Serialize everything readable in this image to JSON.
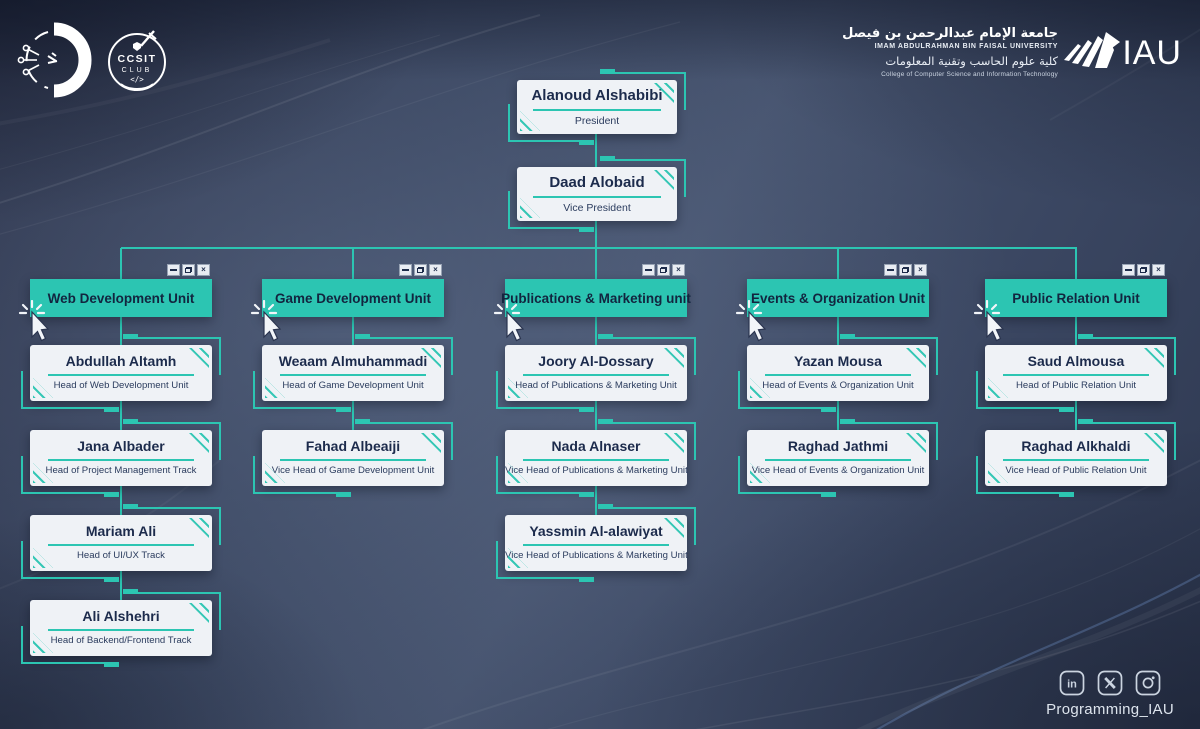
{
  "colors": {
    "accent": "#2cc5b2",
    "card_bg": "#eff2f6",
    "navy_text": "#1c2b4c",
    "background": "#3a4661"
  },
  "branding": {
    "club_logo": "programming-club-emblem",
    "ccsit_club": {
      "line1": "CCSIT",
      "line2": "CLUB",
      "line3": "</>"
    },
    "university": {
      "name_ar": "جامعة الإمام عبدالرحمن بن فيصل",
      "name_en": "IMAM ABDULRAHMAN BIN FAISAL UNIVERSITY",
      "college_ar": "كلية علوم الحاسب وتقنية المعلومات",
      "college_en": "College of Computer Science and Information Technology",
      "iau_label": "IAU"
    }
  },
  "leadership": [
    {
      "name": "Alanoud Alshabibi",
      "title": "President"
    },
    {
      "name": "Daad Alobaid",
      "title": "Vice President"
    }
  ],
  "units": [
    {
      "label": "Web Development Unit",
      "members": [
        {
          "name": "Abdullah Altamh",
          "title": "Head of Web Development Unit"
        },
        {
          "name": "Jana Albader",
          "title": "Head of Project Management Track"
        },
        {
          "name": "Mariam Ali",
          "title": "Head of UI/UX Track"
        },
        {
          "name": "Ali Alshehri",
          "title": "Head of Backend/Frontend Track"
        }
      ]
    },
    {
      "label": "Game Development Unit",
      "members": [
        {
          "name": "Weaam Almuhammadi",
          "title": "Head of Game Development Unit"
        },
        {
          "name": "Fahad Albeaiji",
          "title": "Vice Head of Game Development Unit"
        }
      ]
    },
    {
      "label": "Publications & Marketing unit",
      "members": [
        {
          "name": "Joory Al-Dossary",
          "title": "Head of Publications & Marketing Unit"
        },
        {
          "name": "Nada Alnaser",
          "title": "Vice Head of Publications & Marketing Unit"
        },
        {
          "name": "Yassmin Al-alawiyat",
          "title": "Vice Head of Publications & Marketing Unit"
        }
      ]
    },
    {
      "label": "Events & Organization Unit",
      "members": [
        {
          "name": "Yazan Mousa",
          "title": "Head of Events & Organization Unit"
        },
        {
          "name": "Raghad Jathmi",
          "title": "Vice Head of Events & Organization Unit"
        }
      ]
    },
    {
      "label": "Public Relation Unit",
      "members": [
        {
          "name": "Saud Almousa",
          "title": "Head of Public Relation Unit"
        },
        {
          "name": "Raghad Alkhaldi",
          "title": "Vice Head of Public Relation Unit"
        }
      ]
    }
  ],
  "window_controls": [
    "minimize",
    "restore",
    "close"
  ],
  "footer": {
    "handle": "Programming_IAU",
    "social_icons": [
      "linkedin",
      "x",
      "instagram"
    ]
  }
}
